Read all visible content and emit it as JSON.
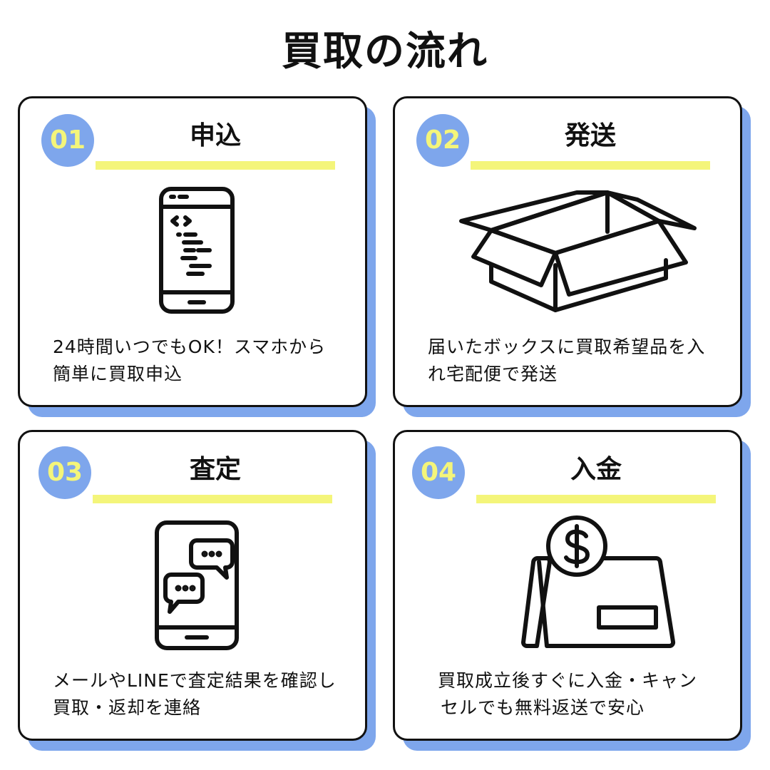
{
  "page": {
    "title": "買取の流れ"
  },
  "colors": {
    "accent_blue": "#7ea6ec",
    "accent_yellow": "#f4f57a",
    "ink": "#111111"
  },
  "steps": [
    {
      "number": "01",
      "title": "申込",
      "icon": "smartphone-code-icon",
      "desc_lines": [
        "24時間いつでもOK！スマホから",
        "簡単に買取申込"
      ]
    },
    {
      "number": "02",
      "title": "発送",
      "icon": "open-box-icon",
      "desc_lines": [
        "届いたボックスに買取希望品を入",
        "れ宅配便で発送"
      ]
    },
    {
      "number": "03",
      "title": "査定",
      "icon": "smartphone-chat-icon",
      "desc_lines": [
        "メールやLINEで査定結果を確認し",
        "買取・返却を連絡"
      ]
    },
    {
      "number": "04",
      "title": "入金",
      "icon": "dollar-coin-register-icon",
      "desc_lines": [
        "買取成立後すぐに入金・キャン",
        "セルでも無料返送で安心"
      ]
    }
  ]
}
